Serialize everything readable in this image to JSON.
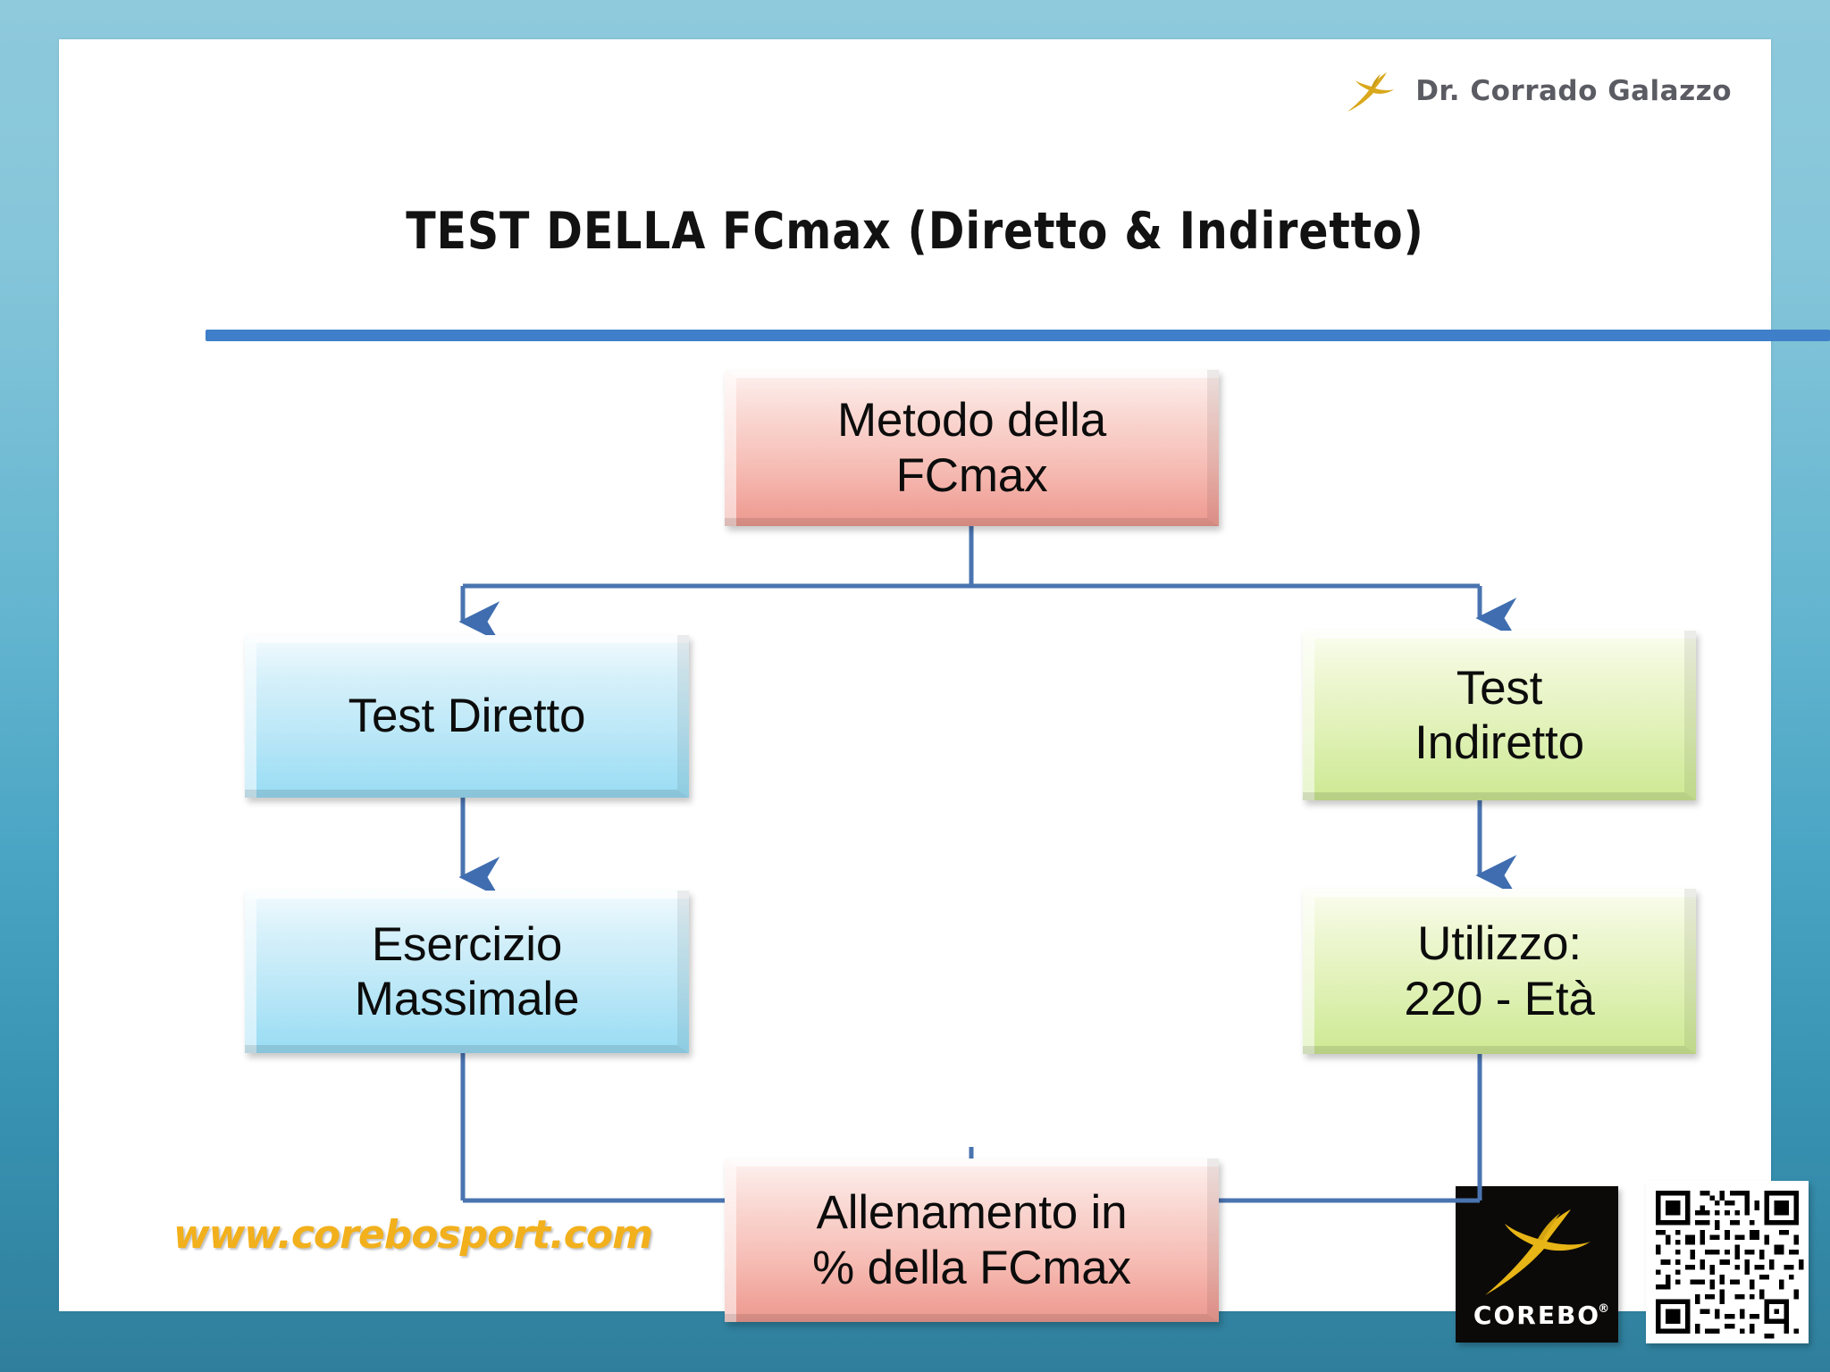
{
  "frame": {
    "border_color_top": "#8ec9dc",
    "border_color_bottom": "#2f7f9c",
    "canvas_color": "#ffffff"
  },
  "header": {
    "doctor_name": "Dr. Corrado Galazzo",
    "logo_icon": "runner-icon",
    "logo_color": "#d9a81c"
  },
  "title": {
    "text": "TEST DELLA FCmax (Diretto & Indiretto)",
    "rule_color": "#3f7ec8"
  },
  "diagram": {
    "type": "flowchart",
    "connector_color": "#4a74b0",
    "nodes": [
      {
        "id": "metodo",
        "lines": [
          "Metodo della",
          "FCmax"
        ],
        "color": "pink",
        "fill_top": "#fdf2f0",
        "fill_bottom": "#eb9a90"
      },
      {
        "id": "diretto",
        "lines": [
          "Test  Diretto"
        ],
        "color": "blue",
        "fill_top": "#f3fbfe",
        "fill_bottom": "#9adcf4"
      },
      {
        "id": "indiretto",
        "lines": [
          "Test",
          "Indiretto"
        ],
        "color": "green",
        "fill_top": "#fbfdf0",
        "fill_bottom": "#cde994"
      },
      {
        "id": "esercizio",
        "lines": [
          "Esercizio",
          "Massimale"
        ],
        "color": "blue",
        "fill_top": "#f3fbfe",
        "fill_bottom": "#9adcf4"
      },
      {
        "id": "utilizzo",
        "lines": [
          "Utilizzo:",
          "220 - Età"
        ],
        "color": "green",
        "fill_top": "#fbfdf0",
        "fill_bottom": "#cde994"
      },
      {
        "id": "allenamento",
        "lines": [
          "Allenamento in",
          "% della FCmax"
        ],
        "color": "pink",
        "fill_top": "#fdf2f0",
        "fill_bottom": "#eb9a90"
      }
    ],
    "edges": [
      {
        "from": "metodo",
        "to": "diretto"
      },
      {
        "from": "metodo",
        "to": "indiretto"
      },
      {
        "from": "diretto",
        "to": "esercizio"
      },
      {
        "from": "indiretto",
        "to": "utilizzo"
      },
      {
        "from": "esercizio",
        "to": "allenamento"
      },
      {
        "from": "utilizzo",
        "to": "allenamento"
      }
    ]
  },
  "footer": {
    "website": "www.corebosport.com",
    "website_color": "#f2b01c",
    "brand_wordmark": "COREBO",
    "brand_registered_mark": "®",
    "brand_icon": "runner-icon",
    "qr_icon": "qr-code-icon"
  }
}
